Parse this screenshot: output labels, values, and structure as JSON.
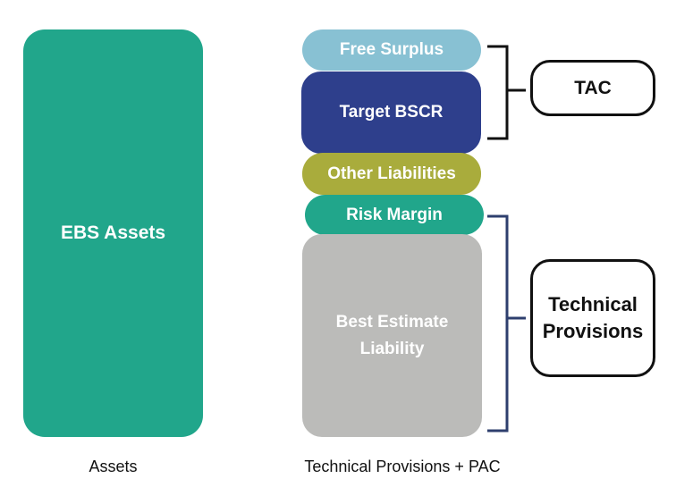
{
  "assets_column": {
    "block_label": "EBS Assets",
    "caption": "Assets"
  },
  "liabilities_column": {
    "blocks": {
      "free_surplus": "Free Surplus",
      "target_bscr": "Target BSCR",
      "other_liabilities": "Other Liabilities",
      "risk_margin": "Risk Margin",
      "best_estimate_line1": "Best Estimate",
      "best_estimate_line2": "Liability"
    },
    "caption": "Technical Provisions + PAC"
  },
  "groupings": {
    "tac": "TAC",
    "technical_provisions_line1": "Technical",
    "technical_provisions_line2": "Provisions"
  },
  "colors": {
    "teal": "#21a68b",
    "light_blue": "#88c1d3",
    "navy": "#2e3f8c",
    "olive": "#a9ac3c",
    "gray": "#bbbbb9",
    "bracket_black": "#111111",
    "bracket_navy": "#2e3f6e"
  }
}
